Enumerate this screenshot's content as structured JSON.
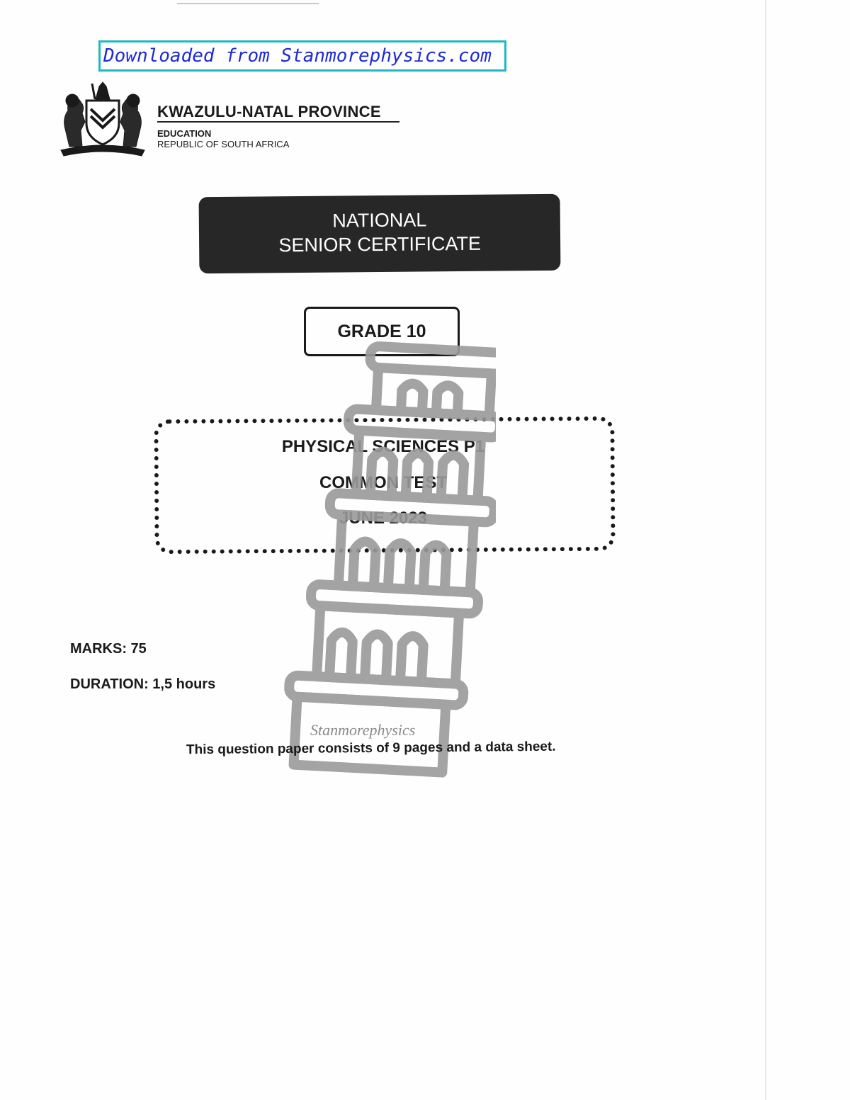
{
  "download_banner": {
    "text": "Downloaded from Stanmorephysics.com",
    "border_color": "#1fb8c3",
    "text_color": "#1d2bd6"
  },
  "header": {
    "crest_icon": "coat-of-arms",
    "province": "KWAZULU-NATAL PROVINCE",
    "department": "EDUCATION",
    "country": "REPUBLIC OF SOUTH AFRICA"
  },
  "certificate": {
    "line1": "NATIONAL",
    "line2": "SENIOR CERTIFICATE",
    "background_color": "#272727"
  },
  "grade": "GRADE 10",
  "subject": {
    "line1": "PHYSICAL SCIENCES P1",
    "line2": "COMMON TEST",
    "line3": "JUNE 2023"
  },
  "watermark": {
    "icon": "leaning-tower-icon",
    "text": "Stanmorephysics",
    "color": "#9a9a9a"
  },
  "details": {
    "marks": "MARKS: 75",
    "duration": "DURATION: 1,5 hours"
  },
  "footer_note": "This question paper consists of 9 pages and a data sheet."
}
